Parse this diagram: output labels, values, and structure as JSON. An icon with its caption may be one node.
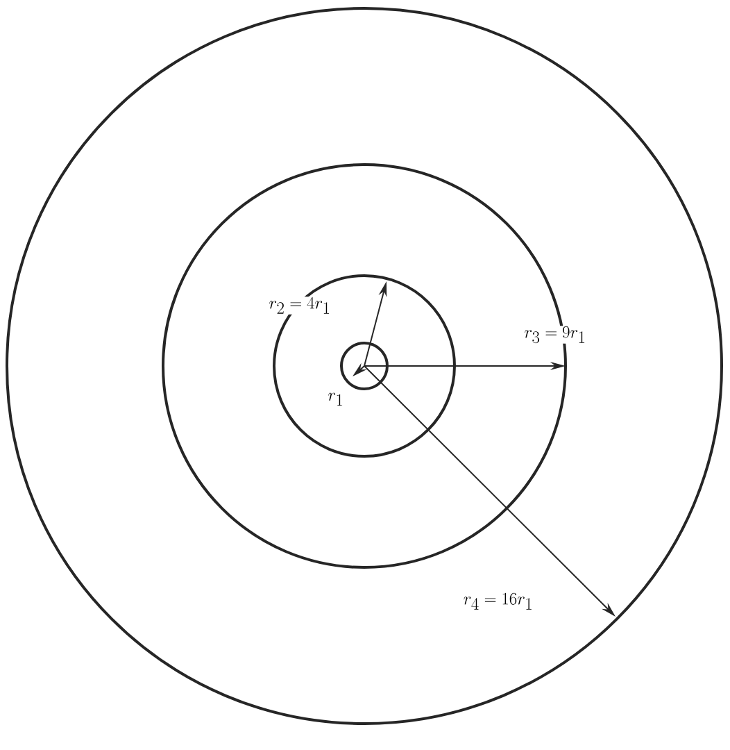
{
  "diagram": {
    "nodes": [
      {
        "text": [],
        "shape": "circle"
      },
      {
        "text": [],
        "shape": "circle",
        "in": 0
      },
      {
        "text": [],
        "shape": "circle",
        "in": 1
      },
      {
        "text": [],
        "shape": "circle",
        "in": 2
      }
    ],
    "labels": [
      "r_2 = 4r_1",
      "r_3 = 9r_1",
      "r_1",
      "r_4 = 16r_1"
    ]
  }
}
